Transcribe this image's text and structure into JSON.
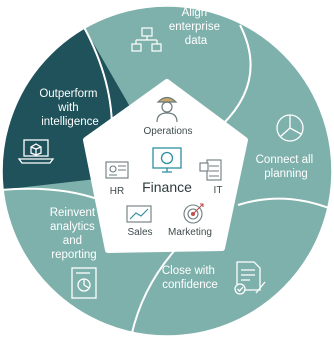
{
  "colors": {
    "segment_light": "#7fb1ac",
    "segment_dark": "#1f525b",
    "segment_stroke": "#ffffff",
    "pentagon_fill": "#ffffff",
    "inner_text": "#3f4b4d"
  },
  "segments": [
    {
      "id": "align",
      "lines": [
        "Align",
        "enterprise",
        "data"
      ],
      "icon": "hierarchy-icon"
    },
    {
      "id": "connect",
      "lines": [
        "Connect all",
        "planning"
      ],
      "icon": "pie-chart-icon"
    },
    {
      "id": "close",
      "lines": [
        "Close with",
        "confidence"
      ],
      "icon": "document-check-icon"
    },
    {
      "id": "reinvent",
      "lines": [
        "Reinvent",
        "analytics",
        "and",
        "reporting"
      ],
      "icon": "report-chart-icon"
    },
    {
      "id": "outperform",
      "lines": [
        "Outperform",
        "with",
        "intelligence"
      ],
      "icon": "laptop-cube-icon"
    }
  ],
  "center": {
    "title": "Finance",
    "title_icon": "monitor-dollar-icon",
    "items": [
      {
        "label": "Operations",
        "icon": "worker-icon"
      },
      {
        "label": "HR",
        "icon": "id-card-icon"
      },
      {
        "label": "IT",
        "icon": "server-icon"
      },
      {
        "label": "Sales",
        "icon": "line-chart-icon"
      },
      {
        "label": "Marketing",
        "icon": "target-icon"
      }
    ]
  }
}
